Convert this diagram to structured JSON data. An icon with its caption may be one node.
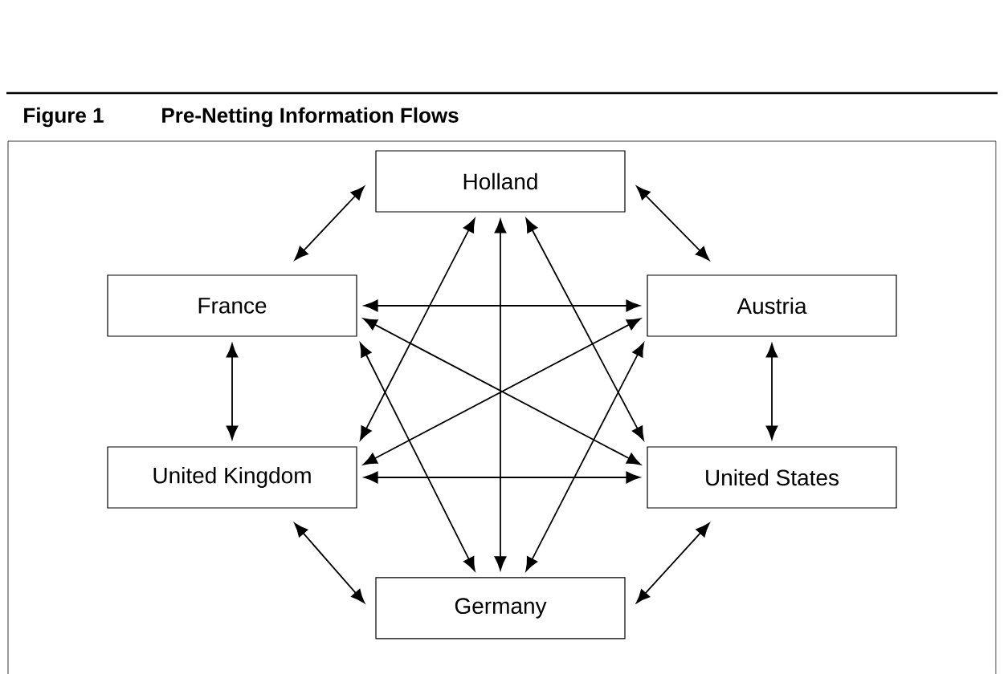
{
  "diagram": {
    "title": "Pre-Netting Information Flows",
    "labels": [
      "Figure 1"
    ],
    "nodes": [
      {
        "text": [
          "Holland"
        ]
      },
      {
        "text": [
          "France"
        ]
      },
      {
        "text": [
          "Austria"
        ]
      },
      {
        "text": [
          "United Kingdom"
        ]
      },
      {
        "text": [
          "United States"
        ]
      },
      {
        "text": [
          "Germany"
        ]
      }
    ],
    "edges": [
      {
        "from": 0,
        "to": 1,
        "arrow": "both"
      },
      {
        "from": 0,
        "to": 2,
        "arrow": "both"
      },
      {
        "from": 1,
        "to": 3,
        "arrow": "both"
      },
      {
        "from": 2,
        "to": 4,
        "arrow": "both"
      },
      {
        "from": 3,
        "to": 5,
        "arrow": "both"
      },
      {
        "from": 4,
        "to": 5,
        "arrow": "both"
      },
      {
        "from": 0,
        "to": 5,
        "arrow": "both"
      },
      {
        "from": 1,
        "to": 2,
        "arrow": "both"
      },
      {
        "from": 3,
        "to": 4,
        "arrow": "both"
      },
      {
        "from": 1,
        "to": 4,
        "arrow": "both"
      },
      {
        "from": 2,
        "to": 3,
        "arrow": "both"
      },
      {
        "from": 0,
        "to": 3,
        "arrow": "both"
      },
      {
        "from": 0,
        "to": 4,
        "arrow": "both"
      },
      {
        "from": 1,
        "to": 5,
        "arrow": "both"
      },
      {
        "from": 2,
        "to": 5,
        "arrow": "both"
      }
    ]
  }
}
